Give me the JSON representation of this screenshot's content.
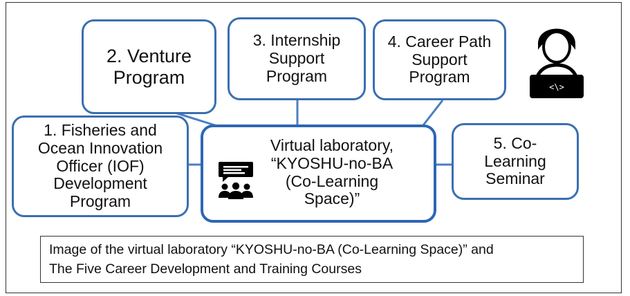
{
  "diagram": {
    "center": {
      "label": "Virtual laboratory,\n“KYOSHU-no-BA\n(Co-Learning\nSpace)”",
      "icon": "chat-group-icon"
    },
    "courses": [
      {
        "label": "1. Fisheries and\nOcean Innovation\nOfficer (IOF)\nDevelopment\nProgram"
      },
      {
        "label": "2. Venture\nProgram"
      },
      {
        "label": "3. Internship\nSupport\nProgram"
      },
      {
        "label": "4. Career Path\nSupport\nProgram"
      },
      {
        "label": "5. Co-\nLearning\nSeminar"
      }
    ],
    "person_icon": "person-laptop-icon",
    "caption": {
      "line1": "Image of the virtual laboratory “KYOSHU-no-BA (Co-Learning Space)” and",
      "line2": "The Five Career Development and Training Courses"
    },
    "colors": {
      "border": "#3a6fb0",
      "center_border": "#2e66b5",
      "connector": "#4a7fc0",
      "icon": "#000000"
    }
  }
}
